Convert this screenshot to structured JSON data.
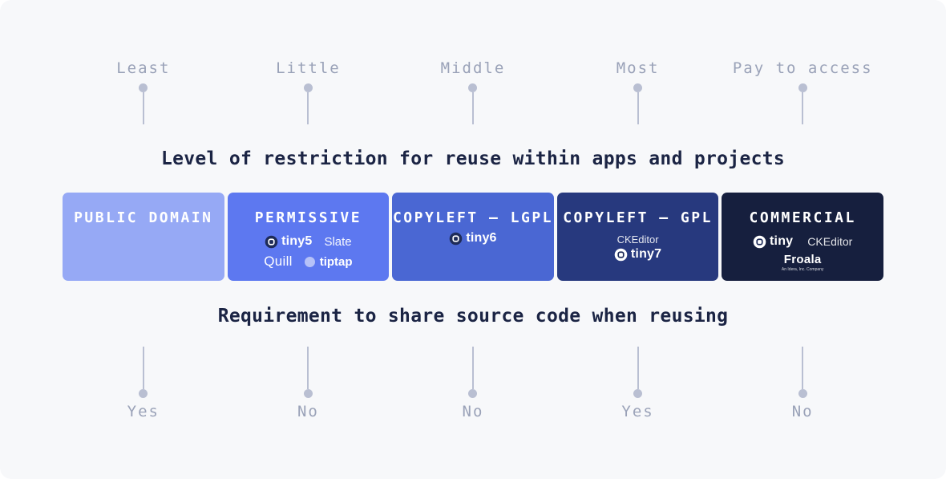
{
  "colors": {
    "page_bg": "#ffffff",
    "canvas_bg": "#f7f8fa",
    "pin": "#b9bfd2",
    "axis_label": "#9aa2b8",
    "heading": "#1b2444",
    "card_text": "#ffffff"
  },
  "restriction_scale": {
    "heading": "Level of restriction for reuse within apps and projects",
    "labels": [
      "Least",
      "Little",
      "Middle",
      "Most",
      "Pay to access"
    ]
  },
  "share_scale": {
    "heading": "Requirement to share source code when reusing",
    "labels": [
      "Yes",
      "No",
      "No",
      "Yes",
      "No"
    ]
  },
  "cards": [
    {
      "title": "PUBLIC DOMAIN",
      "bg": "#96a9f5"
    },
    {
      "title": "PERMISSIVE",
      "bg": "#5d78f0",
      "logos": {
        "tiny": "tiny5",
        "slate": "Slate",
        "quill": "Quill",
        "tiptap": "tiptap"
      }
    },
    {
      "title": "COPYLEFT — LGPL",
      "bg": "#4a67d3",
      "logos": {
        "tiny": "tiny6"
      }
    },
    {
      "title": "COPYLEFT — GPL",
      "bg": "#27397e",
      "logos": {
        "ckeditor": "CKEditor",
        "tiny": "tiny7"
      }
    },
    {
      "title": "COMMERCIAL",
      "bg": "#161f3e",
      "logos": {
        "tiny": "tiny",
        "ckeditor": "CKEditor",
        "froala": "Froala",
        "froala_sub": "An Idera, Inc. Company"
      }
    }
  ]
}
